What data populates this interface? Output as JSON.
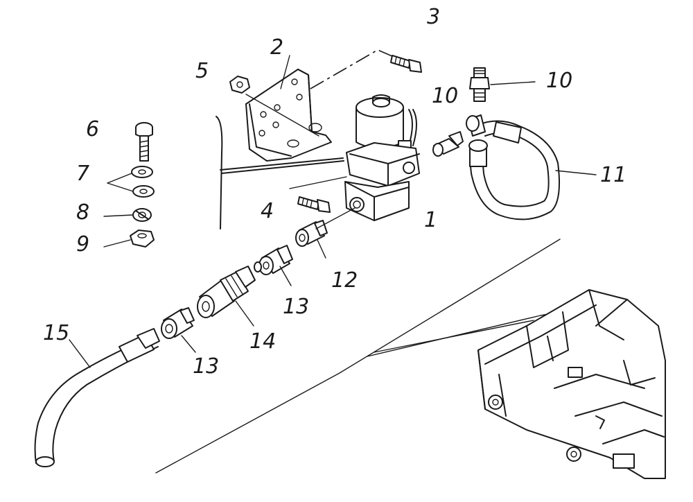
{
  "callouts": [
    {
      "id": "1",
      "text": "1"
    },
    {
      "id": "2",
      "text": "2"
    },
    {
      "id": "3",
      "text": "3"
    },
    {
      "id": "4",
      "text": "4"
    },
    {
      "id": "5",
      "text": "5"
    },
    {
      "id": "6",
      "text": "6"
    },
    {
      "id": "7",
      "text": "7"
    },
    {
      "id": "8",
      "text": "8"
    },
    {
      "id": "9",
      "text": "9"
    },
    {
      "id": "10a",
      "text": "10"
    },
    {
      "id": "10b",
      "text": "10"
    },
    {
      "id": "11",
      "text": "11"
    },
    {
      "id": "12",
      "text": "12"
    },
    {
      "id": "13a",
      "text": "13"
    },
    {
      "id": "13b",
      "text": "13"
    },
    {
      "id": "14",
      "text": "14"
    },
    {
      "id": "15",
      "text": "15"
    }
  ],
  "colors": {
    "ink": "#1a1a1a",
    "paper": "#ffffff"
  }
}
